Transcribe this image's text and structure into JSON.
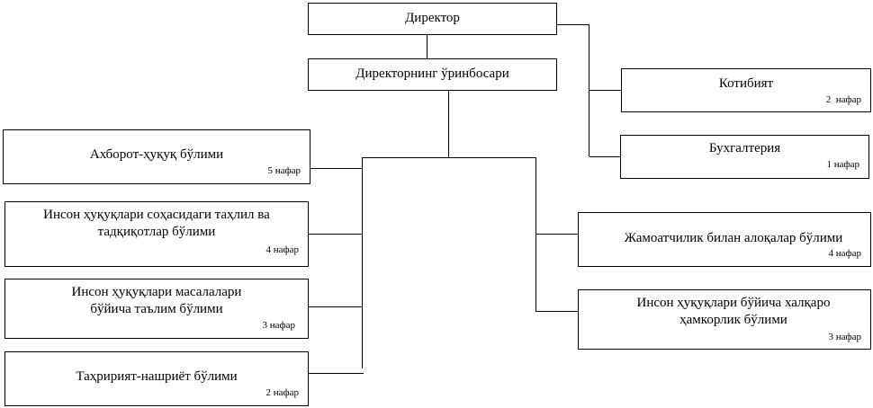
{
  "director": "Директор",
  "deputy": "Директорнинг ўринбосари",
  "top_units": [
    {
      "name": "Котибият",
      "staff": "2  нафар"
    },
    {
      "name": "Бухгалтерия",
      "staff": "1 нафар"
    }
  ],
  "left_units": [
    {
      "name": "Ахборот-ҳуқуқ бўлими",
      "staff": "5 нафар"
    },
    {
      "name": "Инсон ҳуқуқлари соҳасидаги таҳлил ва тадқиқотлар бўлими",
      "staff": "4 нафар"
    },
    {
      "name": "Инсон ҳуқуқлари масалалари бўйича таълим бўлими",
      "staff": "3 нафар"
    },
    {
      "name": "Таҳририят-нашриёт бўлими",
      "staff": "2 нафар"
    }
  ],
  "right_units": [
    {
      "name": "Жамоатчилик билан алоқалар бўлими",
      "staff": "4 нафар"
    },
    {
      "name": "Инсон ҳуқуқлари бўйича халқаро ҳамкорлик бўлими",
      "staff": "3 нафар"
    }
  ]
}
